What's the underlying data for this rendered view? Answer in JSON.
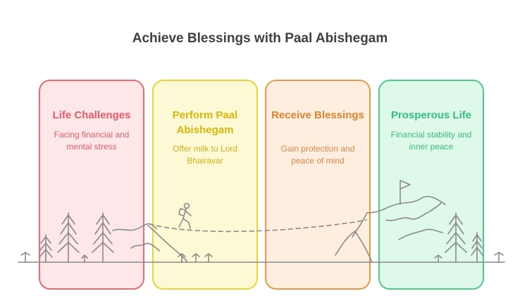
{
  "title": "Achieve Blessings with Paal Abishegam",
  "colors": {
    "stage1": "#e96a73",
    "stage2": "#e8d43a",
    "stage3": "#e59a4a",
    "stage4": "#4dc98a",
    "line_art": "#8a8a8a"
  },
  "stages": [
    {
      "title": "Life Challenges",
      "description": "Facing financial and mental stress"
    },
    {
      "title": "Perform Paal Abishegam",
      "description": "Offer milk to Lord Bhairavar"
    },
    {
      "title": "Receive Blessings",
      "description": "Gain protection and peace of mind"
    },
    {
      "title": "Prosperous Life",
      "description": "Financial stability and inner peace"
    }
  ],
  "illustration": {
    "icons": [
      "tree-icon",
      "hill-icon",
      "hiker-icon",
      "mountain-icon",
      "flag-icon",
      "sprout-icon",
      "dashed-path"
    ]
  }
}
